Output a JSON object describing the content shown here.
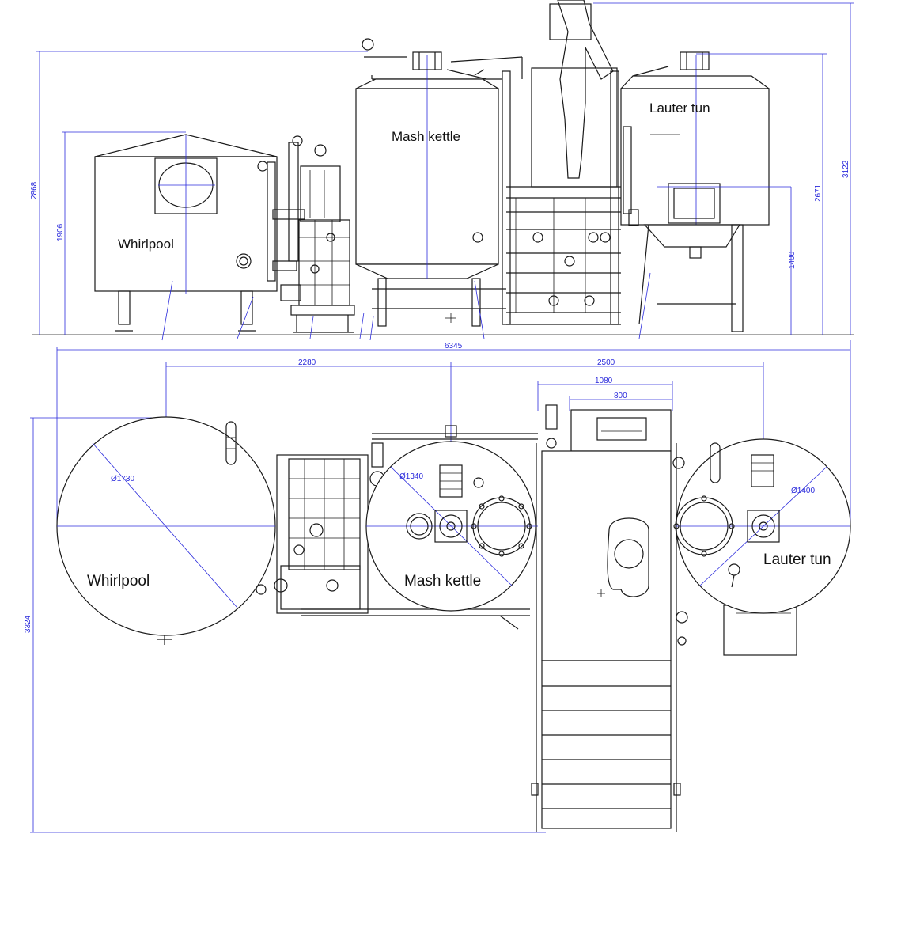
{
  "labels": {
    "side_whirlpool": "Whirlpool",
    "side_mash_kettle": "Mash kettle",
    "side_lauter_tun": "Lauter tun",
    "top_whirlpool": "Whirlpool",
    "top_mash_kettle": "Mash kettle",
    "top_lauter_tun": "Lauter tun"
  },
  "dimensions": {
    "side": {
      "height_2868": "2868",
      "height_1906": "1906",
      "height_1400": "1400",
      "height_2671": "2671",
      "height_3122": "3122"
    },
    "top": {
      "total_width": "6345",
      "whirlpool_to_mash": "2280",
      "mash_to_lauter": "2500",
      "platform_width": "1080",
      "platform_inner": "800",
      "total_depth": "3324",
      "dia_whirlpool": "Ø1730",
      "dia_mash_kettle": "Ø1340",
      "dia_lauter_tun": "Ø1400"
    }
  },
  "colors": {
    "line": "#1a1a1a",
    "dimension": "#2b2bdc",
    "background": "#ffffff"
  }
}
